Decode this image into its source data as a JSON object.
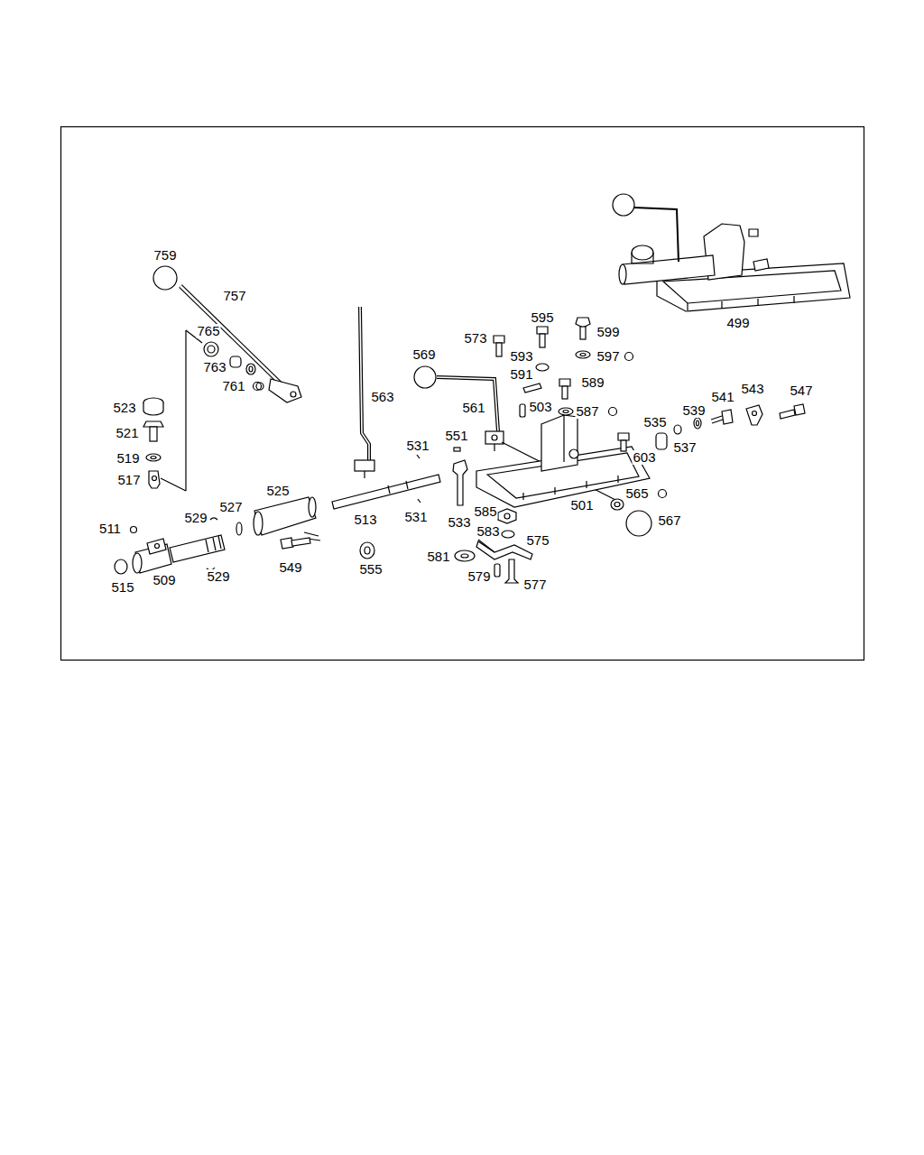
{
  "diagram": {
    "labels": [
      "759",
      "757",
      "765",
      "763",
      "761",
      "523",
      "521",
      "519",
      "517",
      "511",
      "515",
      "509",
      "529",
      "527",
      "525",
      "529",
      "549",
      "563",
      "513",
      "531",
      "531",
      "555",
      "551",
      "533",
      "569",
      "561",
      "573",
      "595",
      "593",
      "591",
      "599",
      "597",
      "589",
      "503",
      "587",
      "535",
      "537",
      "539",
      "541",
      "543",
      "547",
      "603",
      "565",
      "501",
      "567",
      "585",
      "583",
      "575",
      "581",
      "579",
      "577",
      "499"
    ]
  }
}
